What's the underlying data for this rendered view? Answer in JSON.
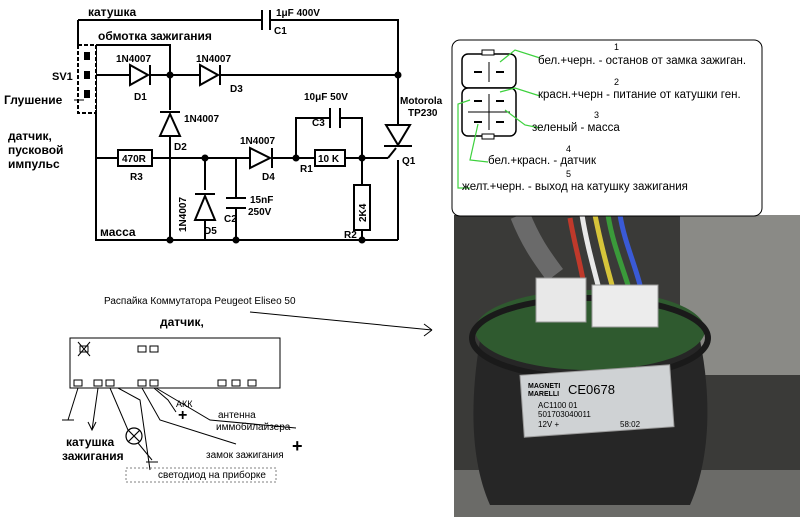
{
  "schematic": {
    "top_label": "катушка",
    "winding_label": "обмотка зажигания",
    "connector_label": "SV1",
    "kill_label": "Глушение",
    "sensor_label_1": "датчик,",
    "sensor_label_2": "пусковой",
    "sensor_label_3": "импульс",
    "ground_label": "масса",
    "c1_value": "1μF 400V",
    "c1_name": "C1",
    "d1_type": "1N4007",
    "d1_name": "D1",
    "d3_type": "1N4007",
    "d3_name": "D3",
    "d2_type": "1N4007",
    "d2_name": "D2",
    "d4_type": "1N4007",
    "d4_name": "D4",
    "d5_type": "1N4007",
    "d5_name": "D5",
    "r3_value": "470R",
    "r3_name": "R3",
    "c3_value": "10μF 50V",
    "c3_name": "C3",
    "r1_value": "10 K",
    "r1_name": "R1",
    "r2_value": "2K4",
    "r2_name": "R2",
    "c2_value_1": "15nF",
    "c2_value_2": "250V",
    "c2_name": "C2",
    "q1_brand": "Motorola",
    "q1_type": "TP230",
    "q1_name": "Q1"
  },
  "pinout": {
    "pins": [
      {
        "num": "1",
        "text": "бел.+черн. - останов от замка зажиган."
      },
      {
        "num": "2",
        "text": "красн.+черн - питание от катушки ген."
      },
      {
        "num": "3",
        "text": "зеленый - масса"
      },
      {
        "num": "4",
        "text": "бел.+красн. - датчик"
      },
      {
        "num": "5",
        "text": "желт.+черн. - выход на катушку  зажигания"
      }
    ]
  },
  "board": {
    "title": "Распайка Коммутатора Peugeot Eliseo 50",
    "sensor": "датчик,",
    "akk": "АКК",
    "antenna_1": "антенна",
    "antenna_2": "иммобилайзера",
    "ignition_lock": "замок зажигания",
    "coil_1": "катушка",
    "coil_2": "зажигания",
    "led": "светодиод на приборке"
  },
  "photo": {
    "brand_1": "MAGNETI",
    "brand_2": "MARELLI",
    "ce_mark": "CE0678",
    "part_1": "AC1100 01",
    "part_2": "501703040011",
    "part_3": "12V  +",
    "part_4": "58:02"
  },
  "colors": {
    "callout_line": "#3dd13d",
    "module_body": "#262626",
    "module_top": "#2f5a2f",
    "background_photo": "#3a3a38"
  }
}
